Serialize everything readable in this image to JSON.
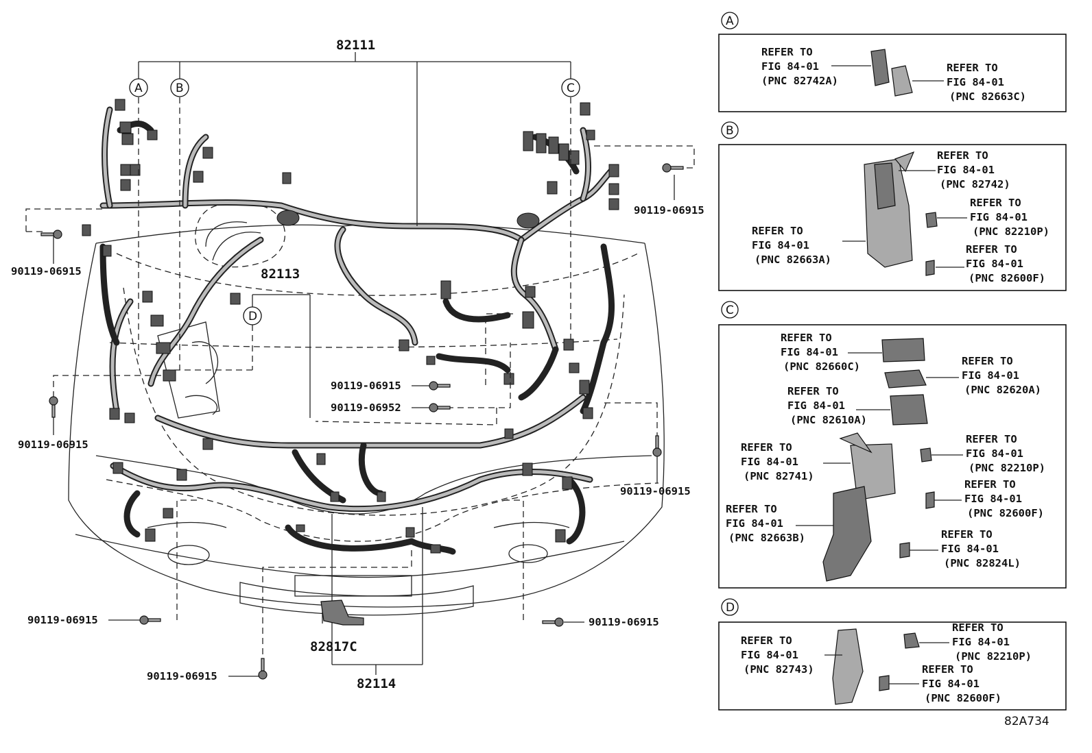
{
  "diagram": {
    "main_label": "82111",
    "harness_labels": {
      "engine_sub": "82113",
      "front_sub": "82114",
      "connector": "82817C"
    },
    "callouts": [
      "A",
      "B",
      "C",
      "D"
    ],
    "bolt_labels": {
      "top_right": "90119-06915",
      "left_upper": "90119-06915",
      "left_middle": "90119-06915",
      "center_upper": "90119-06915",
      "center_lower": "90119-06952",
      "right_middle": "90119-06915",
      "bottom_left": "90119-06915",
      "bottom_center": "90119-06915",
      "bottom_right": "90119-06915"
    },
    "figure_code": "82A734"
  },
  "detail_panels": [
    {
      "letter": "A",
      "refs": [
        {
          "lines": [
            "REFER TO",
            "FIG 84-01",
            "(PNC 82742A)"
          ]
        },
        {
          "lines": [
            "REFER TO",
            "FIG 84-01",
            "(PNC 82663C)"
          ]
        }
      ]
    },
    {
      "letter": "B",
      "refs": [
        {
          "lines": [
            "REFER TO",
            "FIG 84-01",
            "(PNC 82742)"
          ]
        },
        {
          "lines": [
            "REFER TO",
            "FIG 84-01",
            "(PNC 82210P)"
          ]
        },
        {
          "lines": [
            "REFER TO",
            "FIG 84-01",
            "(PNC 82663A)"
          ]
        },
        {
          "lines": [
            "REFER TO",
            "FIG 84-01",
            "(PNC 82600F)"
          ]
        }
      ]
    },
    {
      "letter": "C",
      "refs": [
        {
          "lines": [
            "REFER TO",
            "FIG 84-01",
            "(PNC 82660C)"
          ]
        },
        {
          "lines": [
            "REFER TO",
            "FIG 84-01",
            "(PNC 82620A)"
          ]
        },
        {
          "lines": [
            "REFER TO",
            "FIG 84-01",
            "(PNC 82610A)"
          ]
        },
        {
          "lines": [
            "REFER TO",
            "FIG 84-01",
            "(PNC 82741)"
          ]
        },
        {
          "lines": [
            "REFER TO",
            "FIG 84-01",
            "(PNC 82210P)"
          ]
        },
        {
          "lines": [
            "REFER TO",
            "FIG 84-01",
            "(PNC 82600F)"
          ]
        },
        {
          "lines": [
            "REFER TO",
            "FIG 84-01",
            "(PNC 82663B)"
          ]
        },
        {
          "lines": [
            "REFER TO",
            "FIG 84-01",
            "(PNC 82824L)"
          ]
        }
      ]
    },
    {
      "letter": "D",
      "refs": [
        {
          "lines": [
            "REFER TO",
            "FIG 84-01",
            "(PNC 82743)"
          ]
        },
        {
          "lines": [
            "REFER TO",
            "FIG 84-01",
            "(PNC 82210P)"
          ]
        },
        {
          "lines": [
            "REFER TO",
            "FIG 84-01",
            "(PNC 82600F)"
          ]
        }
      ]
    }
  ]
}
